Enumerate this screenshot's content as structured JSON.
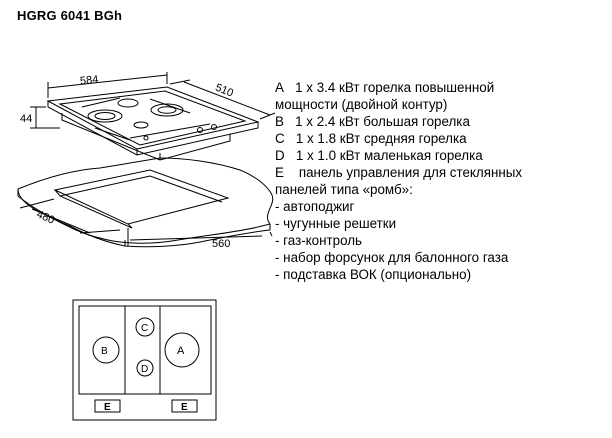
{
  "model": "HGRG 6041 BGh",
  "dimensions": {
    "top_width": "584",
    "top_depth": "510",
    "height": "44",
    "cutout_depth": "480",
    "cutout_width": "560"
  },
  "burners": [
    {
      "code": "A",
      "text": "1 x 3.4 кВт горелка повышенной",
      "text2": "мощности (двойной контур)"
    },
    {
      "code": "B",
      "text": "1 x 2.4 кВт большая горелка"
    },
    {
      "code": "C",
      "text": "1 x 1.8 кВт средняя горелка"
    },
    {
      "code": "D",
      "text": "1 x 1.0 кВт маленькая горелка"
    }
  ],
  "panel": {
    "code": "E",
    "text": "панель управления для стеклянных",
    "text2": "панелей типа «ромб»:"
  },
  "features": [
    "- автоподжиг",
    "- чугунные решетки",
    "- газ-контроль",
    "- набор форсунок для балонного газа",
    "- подставка ВОК (опционально)"
  ],
  "layout_labels": {
    "burner_a": "A",
    "burner_b": "B",
    "burner_c": "C",
    "burner_d": "D",
    "control_left": "E",
    "control_right": "E"
  }
}
